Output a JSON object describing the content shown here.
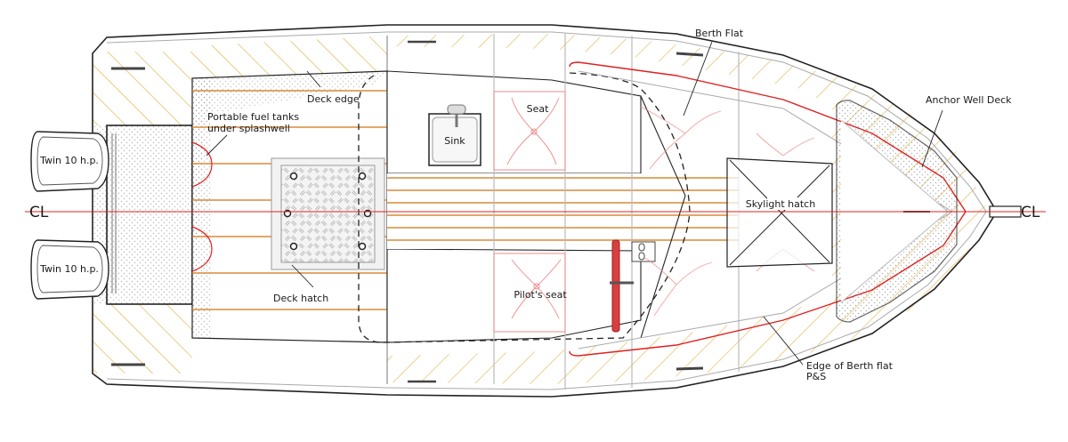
{
  "drawing": {
    "title": "Small outboard boat deck plan",
    "view": "plan",
    "colors": {
      "hull_line": "#222222",
      "centerline": "#e02020",
      "planking": "#d98c3a",
      "hatching": "#e0b040",
      "seat_outline": "#f08a8a",
      "stipple": "#888888",
      "frame": "#bbbbbb"
    }
  },
  "labels": {
    "outboard_port": "Twin 10 h.p.",
    "outboard_starboard": "Twin 10 h.p.",
    "fuel_tanks_line1": "Portable fuel tanks",
    "fuel_tanks_line2": "under splashwell",
    "deck_edge": "Deck edge",
    "deck_hatch": "Deck hatch",
    "sink": "Sink",
    "seat": "Seat",
    "pilots_seat": "Pilot's seat",
    "berth_flat": "Berth Flat",
    "skylight_hatch": "Skylight hatch",
    "anchor_well_deck": "Anchor Well Deck",
    "edge_berth_line1": "Edge of Berth flat",
    "edge_berth_line2": "P&S",
    "centerline_stern": "CL",
    "centerline_bow": "CL"
  }
}
